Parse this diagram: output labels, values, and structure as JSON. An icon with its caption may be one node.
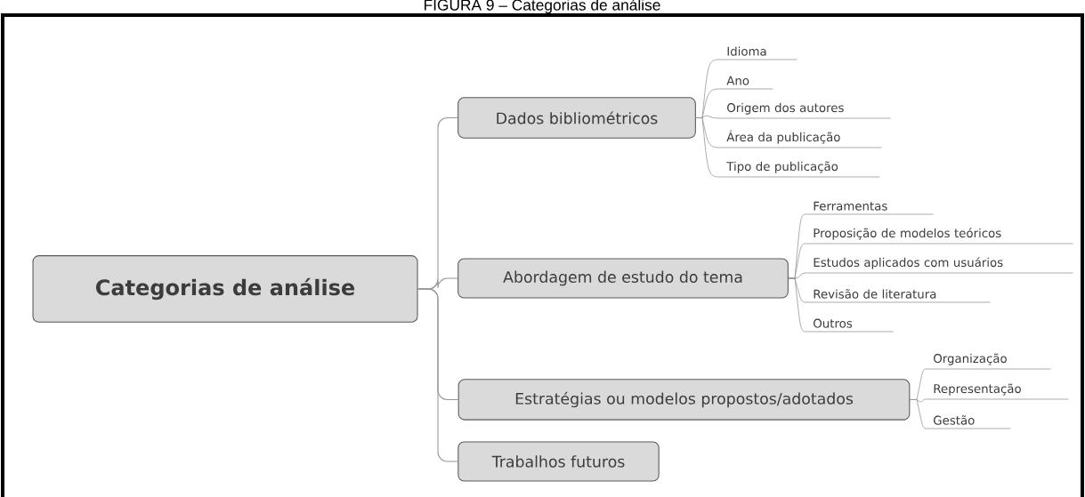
{
  "diagram": {
    "title": "FIGURA 9 – Categorias de análise",
    "nodes": [
      {
        "text": [
          "Categorias de análise"
        ]
      },
      {
        "text": [
          "Dados bibliométricos"
        ]
      },
      {
        "text": [
          "Idioma"
        ]
      },
      {
        "text": [
          "Ano"
        ]
      },
      {
        "text": [
          "Origem dos autores"
        ]
      },
      {
        "text": [
          "Área da publicação"
        ]
      },
      {
        "text": [
          "Tipo de publicação"
        ]
      },
      {
        "text": [
          "Abordagem de estudo do tema"
        ]
      },
      {
        "text": [
          "Ferramentas"
        ]
      },
      {
        "text": [
          "Proposição de modelos teóricos"
        ]
      },
      {
        "text": [
          "Estudos aplicados com usuários"
        ]
      },
      {
        "text": [
          "Revisão de literatura"
        ]
      },
      {
        "text": [
          "Outros"
        ]
      },
      {
        "text": [
          "Estratégias ou modelos propostos/adotados"
        ]
      },
      {
        "text": [
          "Organização"
        ]
      },
      {
        "text": [
          "Representação"
        ]
      },
      {
        "text": [
          "Gestão"
        ]
      },
      {
        "text": [
          "Trabalhos futuros"
        ]
      }
    ],
    "edges": [
      {
        "from": 0,
        "to": 1,
        "arrow": "none"
      },
      {
        "from": 0,
        "to": 7,
        "arrow": "none"
      },
      {
        "from": 0,
        "to": 13,
        "arrow": "none"
      },
      {
        "from": 0,
        "to": 17,
        "arrow": "none"
      },
      {
        "from": 1,
        "to": 2,
        "arrow": "none"
      },
      {
        "from": 1,
        "to": 3,
        "arrow": "none"
      },
      {
        "from": 1,
        "to": 4,
        "arrow": "none"
      },
      {
        "from": 1,
        "to": 5,
        "arrow": "none"
      },
      {
        "from": 1,
        "to": 6,
        "arrow": "none"
      },
      {
        "from": 7,
        "to": 8,
        "arrow": "none"
      },
      {
        "from": 7,
        "to": 9,
        "arrow": "none"
      },
      {
        "from": 7,
        "to": 10,
        "arrow": "none"
      },
      {
        "from": 7,
        "to": 11,
        "arrow": "none"
      },
      {
        "from": 7,
        "to": 12,
        "arrow": "none"
      },
      {
        "from": 13,
        "to": 14,
        "arrow": "none"
      },
      {
        "from": 13,
        "to": 15,
        "arrow": "none"
      },
      {
        "from": 13,
        "to": 16,
        "arrow": "none"
      }
    ]
  }
}
